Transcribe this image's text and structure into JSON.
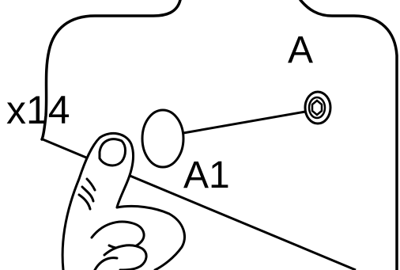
{
  "labels": {
    "part_label": "A",
    "cap_label": "A1",
    "quantity": "x14"
  },
  "colors": {
    "ink": "#000000",
    "paper": "#ffffff"
  },
  "icons": {
    "part": "screw-head-icon",
    "cap": "cover-cap-icon",
    "hand": "hand-pressing-icon"
  }
}
